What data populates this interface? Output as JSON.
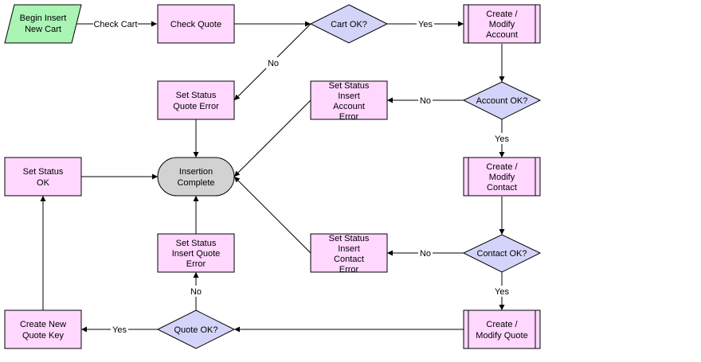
{
  "nodes": {
    "begin_insert": [
      "Begin Insert",
      "New Cart"
    ],
    "check_quote": [
      "Check Quote"
    ],
    "cart_ok": [
      "Cart OK?"
    ],
    "create_modify_account": [
      "Create /",
      "Modify",
      "Account"
    ],
    "set_status_quote_error": [
      "Set Status",
      "Quote Error"
    ],
    "set_status_insert_account_error": [
      "Set Status",
      "Insert",
      "Account",
      "Error"
    ],
    "account_ok": [
      "Account OK?"
    ],
    "set_status_ok": [
      "Set Status",
      "OK"
    ],
    "insertion_complete": [
      "Insertion",
      "Complete"
    ],
    "create_modify_contact": [
      "Create /",
      "Modify",
      "Contact"
    ],
    "set_status_insert_quote_error": [
      "Set Status",
      "Insert Quote",
      "Error"
    ],
    "set_status_insert_contact_error": [
      "Set Status",
      "Insert",
      "Contact",
      "Error"
    ],
    "contact_ok": [
      "Contact OK?"
    ],
    "create_new_quote_key": [
      "Create New",
      "Quote Key"
    ],
    "quote_ok": [
      "Quote OK?"
    ],
    "create_modify_quote": [
      "Create /",
      "Modify Quote"
    ]
  },
  "edge_labels": {
    "check_cart": "Check Cart",
    "cart_yes": "Yes",
    "cart_no": "No",
    "account_no": "No",
    "account_yes": "Yes",
    "contact_no": "No",
    "contact_yes": "Yes",
    "quote_no": "No",
    "quote_yes": "Yes"
  },
  "colors": {
    "process": "#ffd7ff",
    "decision": "#d4d4fa",
    "terminator": "#d2d2d2",
    "input": "#aaf5b4",
    "line": "#000000"
  }
}
